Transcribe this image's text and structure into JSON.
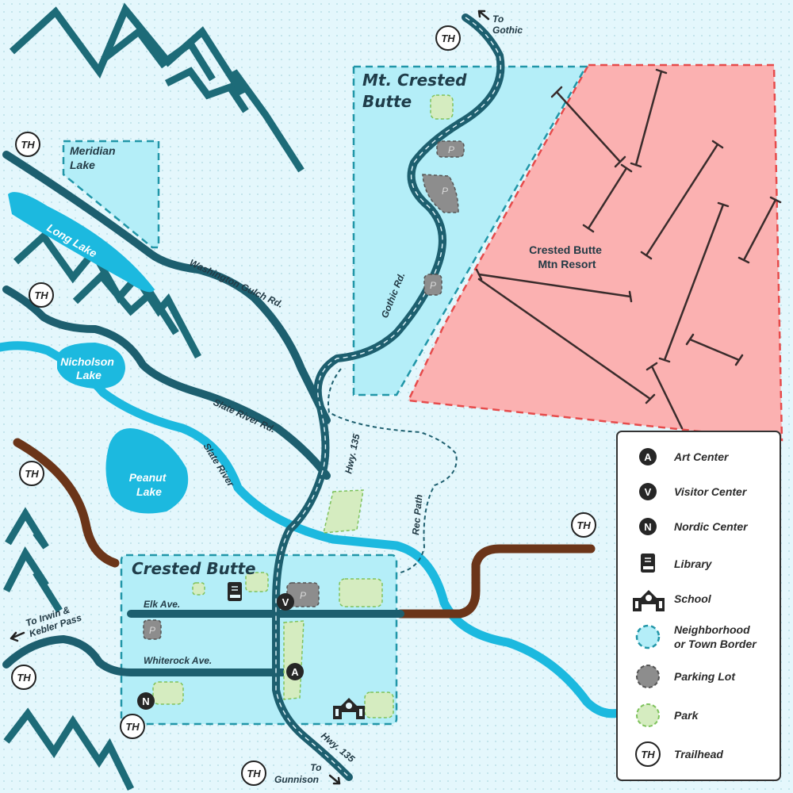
{
  "areas": {
    "mt_crested_butte": [
      "Mt. Crested",
      "Butte"
    ],
    "crested_butte": "Crested Butte",
    "meridian_lake": [
      "Meridian",
      "Lake"
    ],
    "resort": [
      "Crested Butte",
      "Mtn Resort"
    ]
  },
  "lakes": {
    "long": "Long Lake",
    "nicholson": [
      "Nicholson",
      "Lake"
    ],
    "peanut": [
      "Peanut",
      "Lake"
    ]
  },
  "roads": {
    "washington_gulch": "Washington Gulch Rd.",
    "slate_river_rd": "Slate River Rd.",
    "slate_river": "Slate River",
    "gothic": "Gothic Rd.",
    "hwy_north": "Hwy. 135",
    "hwy_south": "Hwy. 135",
    "rec_path": "Rec Path",
    "elk": "Elk Ave.",
    "whiterock": "Whiterock Ave."
  },
  "destinations": {
    "gothic": [
      "To",
      "Gothic"
    ],
    "irwin": [
      "To Irwin &",
      "Kebler Pass"
    ],
    "gunnison": [
      "To",
      "Gunnison"
    ]
  },
  "trailhead": "TH",
  "parking_letter": "P",
  "markers": {
    "art": "A",
    "visitor": "V",
    "nordic": "N"
  },
  "legend": {
    "items": [
      {
        "symbol": "A",
        "label": "Art Center"
      },
      {
        "symbol": "V",
        "label": "Visitor Center"
      },
      {
        "symbol": "N",
        "label": "Nordic Center"
      },
      {
        "symbol": "library-icon",
        "label": "Library"
      },
      {
        "symbol": "school-icon",
        "label": "School"
      },
      {
        "symbol": "border-swatch",
        "label": [
          "Neighborhood",
          "or Town Border"
        ]
      },
      {
        "symbol": "parking-swatch",
        "label": "Parking Lot"
      },
      {
        "symbol": "park-swatch",
        "label": "Park"
      },
      {
        "symbol": "TH",
        "label": "Trailhead"
      }
    ]
  },
  "colors": {
    "background": "#e4f7fc",
    "water": "#1cb9df",
    "road": "#1d5f6f",
    "trail": "#6b3519",
    "neighborhood": "#b4eef8",
    "border": "#2196a8",
    "resort": "#fbb1b1",
    "resort_border": "#e64b4b",
    "park": "#d5ecc0",
    "parking": "#8d8d8d",
    "mountain": "#1d6b78",
    "lift": "#3a2c2c"
  }
}
